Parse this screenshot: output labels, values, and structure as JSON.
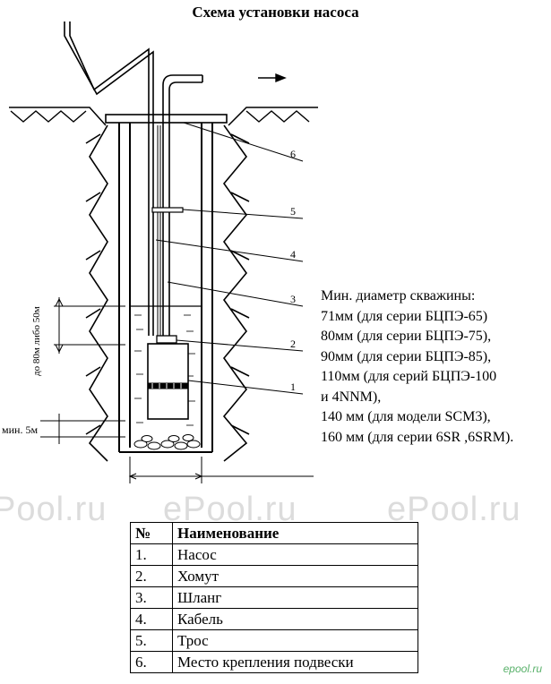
{
  "title": "Схема установки насоса",
  "diagram": {
    "callouts": [
      "6",
      "5",
      "4",
      "3",
      "2",
      "1"
    ],
    "depth_label": "до 80м либо 50м",
    "min_label": "мин. 5м"
  },
  "info": {
    "lines": [
      "Мин. диаметр скважины:",
      "71мм (для серии БЦПЭ-65)",
      "80мм (для серии БЦПЭ-75),",
      "90мм (для серии БЦПЭ-85),",
      "110мм (для серий БЦПЭ-100",
      "и 4NNM),",
      "140 мм (для модели SCM3),",
      "160 мм (для серии 6SR ,6SRM)."
    ]
  },
  "watermarks": [
    "Pool.ru",
    "ePool.ru",
    "ePool.ru"
  ],
  "corner_mark": "epool.ru",
  "table": {
    "headers": [
      "№",
      "Наименование"
    ],
    "rows": [
      [
        "1.",
        "Насос"
      ],
      [
        "2.",
        "Хомут"
      ],
      [
        "3.",
        "Шланг"
      ],
      [
        "4.",
        "Кабель"
      ],
      [
        "5.",
        "Трос"
      ],
      [
        "6.",
        "Место крепления подвески"
      ]
    ]
  }
}
